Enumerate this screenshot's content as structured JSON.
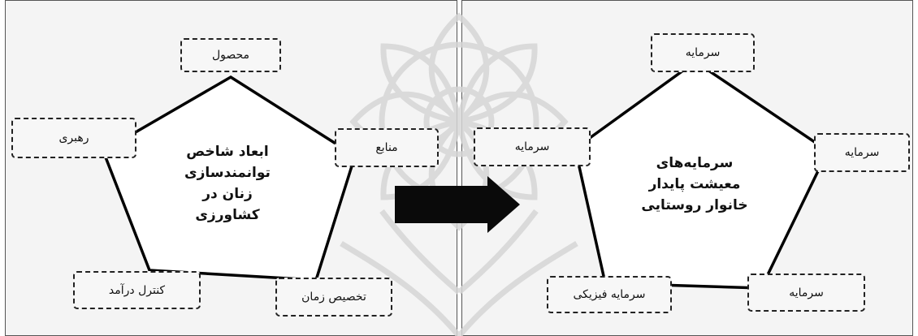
{
  "left_panel": {
    "center_title_lines": [
      "ابعاد شاخص",
      "توانمندسازی",
      "زنان در",
      "کشاورزی"
    ],
    "labels": {
      "top": "محصول",
      "upper_left": "رهبری",
      "upper_right": "منابع",
      "bottom_left": "کنترل درآمد",
      "bottom_right": "تخصیص زمان"
    }
  },
  "right_panel": {
    "center_title_lines": [
      "سرمایه‌های",
      "معیشت پایدار",
      "خانوار روستایی"
    ],
    "labels": {
      "top": "سرمایه",
      "upper_left": "سرمایه",
      "upper_right": "سرمایه",
      "bottom_left": "سرمایه فیزیکی",
      "bottom_right": "سرمایه"
    }
  }
}
